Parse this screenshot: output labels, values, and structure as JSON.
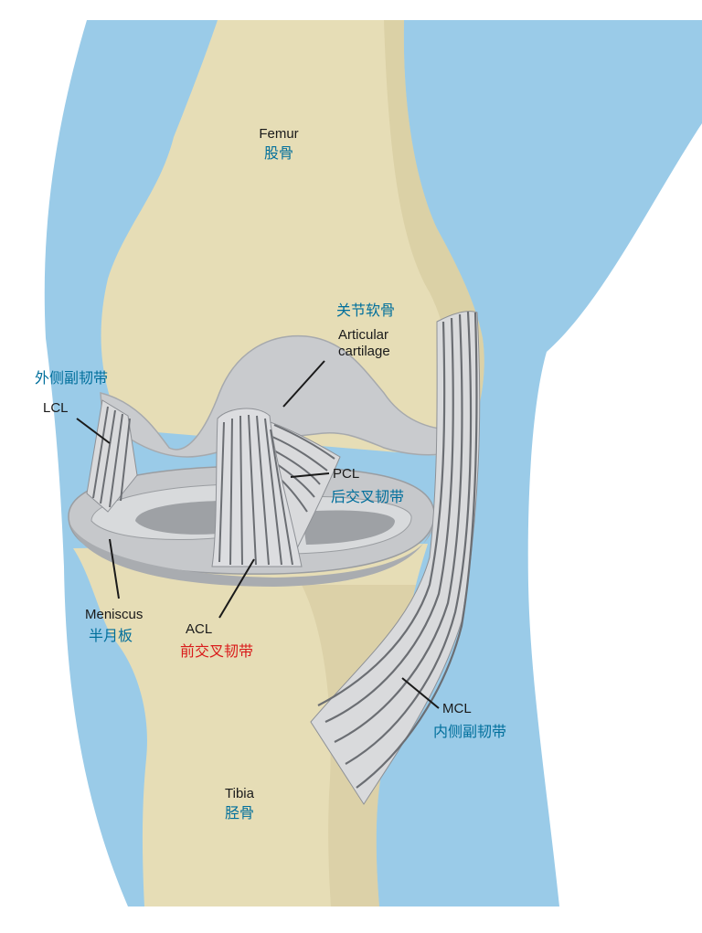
{
  "colors": {
    "background": "#ffffff",
    "soft_tissue": "#9acbe8",
    "bone": "#e6ddb6",
    "bone_shadow": "#d2c699",
    "cartilage": "#c9cbce",
    "ligament": "#d9dadc",
    "ligament_stripe": "#6b6e73",
    "english_label": "#1a1a1a",
    "chinese_label": "#006f9c",
    "acl_chinese_label": "#d91a1a"
  },
  "labels": {
    "femur": {
      "en": "Femur",
      "zh": "股骨"
    },
    "cartilage": {
      "zh": "关节软骨",
      "en_line1": "Articular",
      "en_line2": "cartilage"
    },
    "lcl": {
      "zh": "外侧副韧带",
      "en": "LCL"
    },
    "pcl": {
      "en": "PCL",
      "zh": "后交叉韧带"
    },
    "meniscus": {
      "en": "Meniscus",
      "zh": "半月板"
    },
    "acl": {
      "en": "ACL",
      "zh": "前交叉韧带"
    },
    "mcl": {
      "en": "MCL",
      "zh": "内侧副韧带"
    },
    "tibia": {
      "en": "Tibia",
      "zh": "胫骨"
    }
  }
}
